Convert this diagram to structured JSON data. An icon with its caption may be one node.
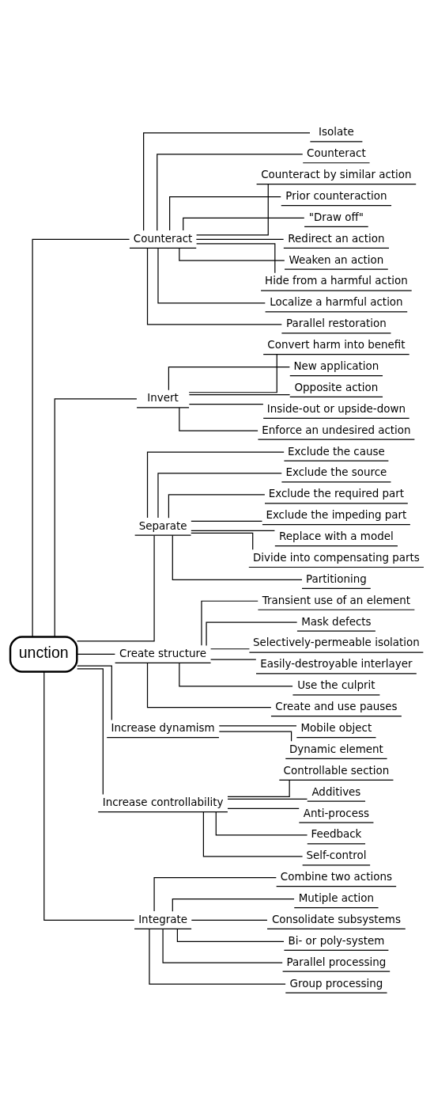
{
  "diagram": {
    "nodes": [
      {
        "text": [
          "unction"
        ]
      },
      {
        "text": [
          "Counteract"
        ]
      },
      {
        "text": [
          "Isolate"
        ]
      },
      {
        "text": [
          "Counteract"
        ]
      },
      {
        "text": [
          "Counteract by similar action"
        ]
      },
      {
        "text": [
          "Prior counteraction"
        ]
      },
      {
        "text": [
          "\"Draw off\""
        ]
      },
      {
        "text": [
          "Redirect an action"
        ]
      },
      {
        "text": [
          "Weaken an action"
        ]
      },
      {
        "text": [
          "Hide from a harmful action"
        ]
      },
      {
        "text": [
          "Localize a harmful action"
        ]
      },
      {
        "text": [
          "Parallel restoration"
        ]
      },
      {
        "text": [
          "Invert"
        ]
      },
      {
        "text": [
          "Convert harm into benefit"
        ]
      },
      {
        "text": [
          "New application"
        ]
      },
      {
        "text": [
          "Opposite action"
        ]
      },
      {
        "text": [
          "Inside-out or upside-down"
        ]
      },
      {
        "text": [
          "Enforce an undesired action"
        ]
      },
      {
        "text": [
          "Separate"
        ]
      },
      {
        "text": [
          "Exclude the cause"
        ]
      },
      {
        "text": [
          "Exclude the source"
        ]
      },
      {
        "text": [
          "Exclude the required part"
        ]
      },
      {
        "text": [
          "Exclude the impeding part"
        ]
      },
      {
        "text": [
          "Replace with a model"
        ]
      },
      {
        "text": [
          "Divide into compensating parts"
        ]
      },
      {
        "text": [
          "Partitioning"
        ]
      },
      {
        "text": [
          "Create structure"
        ]
      },
      {
        "text": [
          "Transient use of an element"
        ]
      },
      {
        "text": [
          "Mask defects"
        ]
      },
      {
        "text": [
          "Selectively-permeable isolation"
        ]
      },
      {
        "text": [
          "Easily-destroyable interlayer"
        ]
      },
      {
        "text": [
          "Use the culprit"
        ]
      },
      {
        "text": [
          "Create and use pauses"
        ]
      },
      {
        "text": [
          "Increase dynamism"
        ]
      },
      {
        "text": [
          "Mobile object"
        ]
      },
      {
        "text": [
          "Dynamic element"
        ]
      },
      {
        "text": [
          "Increase controllability"
        ]
      },
      {
        "text": [
          "Controllable section"
        ]
      },
      {
        "text": [
          "Additives"
        ]
      },
      {
        "text": [
          "Anti-process"
        ]
      },
      {
        "text": [
          "Feedback"
        ]
      },
      {
        "text": [
          "Self-control"
        ]
      },
      {
        "text": [
          "Integrate"
        ]
      },
      {
        "text": [
          "Combine two actions"
        ]
      },
      {
        "text": [
          "Mutiple action"
        ]
      },
      {
        "text": [
          "Consolidate subsystems"
        ]
      },
      {
        "text": [
          "Bi- or poly-system"
        ]
      },
      {
        "text": [
          "Parallel processing"
        ]
      },
      {
        "text": [
          "Group processing"
        ]
      }
    ],
    "edges": [
      {
        "from": 0,
        "to": 1,
        "arrow": "none"
      },
      {
        "from": 1,
        "to": 2,
        "arrow": "none"
      },
      {
        "from": 1,
        "to": 3,
        "arrow": "none"
      },
      {
        "from": 1,
        "to": 4,
        "arrow": "none"
      },
      {
        "from": 1,
        "to": 5,
        "arrow": "none"
      },
      {
        "from": 1,
        "to": 6,
        "arrow": "none"
      },
      {
        "from": 1,
        "to": 7,
        "arrow": "none"
      },
      {
        "from": 1,
        "to": 8,
        "arrow": "none"
      },
      {
        "from": 1,
        "to": 9,
        "arrow": "none"
      },
      {
        "from": 1,
        "to": 10,
        "arrow": "none"
      },
      {
        "from": 1,
        "to": 11,
        "arrow": "none"
      },
      {
        "from": 0,
        "to": 12,
        "arrow": "none"
      },
      {
        "from": 12,
        "to": 13,
        "arrow": "none"
      },
      {
        "from": 12,
        "to": 14,
        "arrow": "none"
      },
      {
        "from": 12,
        "to": 15,
        "arrow": "none"
      },
      {
        "from": 12,
        "to": 16,
        "arrow": "none"
      },
      {
        "from": 12,
        "to": 17,
        "arrow": "none"
      },
      {
        "from": 0,
        "to": 18,
        "arrow": "none"
      },
      {
        "from": 18,
        "to": 19,
        "arrow": "none"
      },
      {
        "from": 18,
        "to": 20,
        "arrow": "none"
      },
      {
        "from": 18,
        "to": 21,
        "arrow": "none"
      },
      {
        "from": 18,
        "to": 22,
        "arrow": "none"
      },
      {
        "from": 18,
        "to": 23,
        "arrow": "none"
      },
      {
        "from": 18,
        "to": 24,
        "arrow": "none"
      },
      {
        "from": 18,
        "to": 25,
        "arrow": "none"
      },
      {
        "from": 0,
        "to": 26,
        "arrow": "none"
      },
      {
        "from": 26,
        "to": 27,
        "arrow": "none"
      },
      {
        "from": 26,
        "to": 28,
        "arrow": "none"
      },
      {
        "from": 26,
        "to": 29,
        "arrow": "none"
      },
      {
        "from": 26,
        "to": 30,
        "arrow": "none"
      },
      {
        "from": 26,
        "to": 31,
        "arrow": "none"
      },
      {
        "from": 26,
        "to": 32,
        "arrow": "none"
      },
      {
        "from": 0,
        "to": 33,
        "arrow": "none"
      },
      {
        "from": 33,
        "to": 34,
        "arrow": "none"
      },
      {
        "from": 33,
        "to": 35,
        "arrow": "none"
      },
      {
        "from": 0,
        "to": 36,
        "arrow": "none"
      },
      {
        "from": 36,
        "to": 37,
        "arrow": "none"
      },
      {
        "from": 36,
        "to": 38,
        "arrow": "none"
      },
      {
        "from": 36,
        "to": 39,
        "arrow": "none"
      },
      {
        "from": 36,
        "to": 40,
        "arrow": "none"
      },
      {
        "from": 36,
        "to": 41,
        "arrow": "none"
      },
      {
        "from": 0,
        "to": 42,
        "arrow": "none"
      },
      {
        "from": 42,
        "to": 43,
        "arrow": "none"
      },
      {
        "from": 42,
        "to": 44,
        "arrow": "none"
      },
      {
        "from": 42,
        "to": 45,
        "arrow": "none"
      },
      {
        "from": 42,
        "to": 46,
        "arrow": "none"
      },
      {
        "from": 42,
        "to": 47,
        "arrow": "none"
      },
      {
        "from": 42,
        "to": 48,
        "arrow": "none"
      }
    ]
  }
}
